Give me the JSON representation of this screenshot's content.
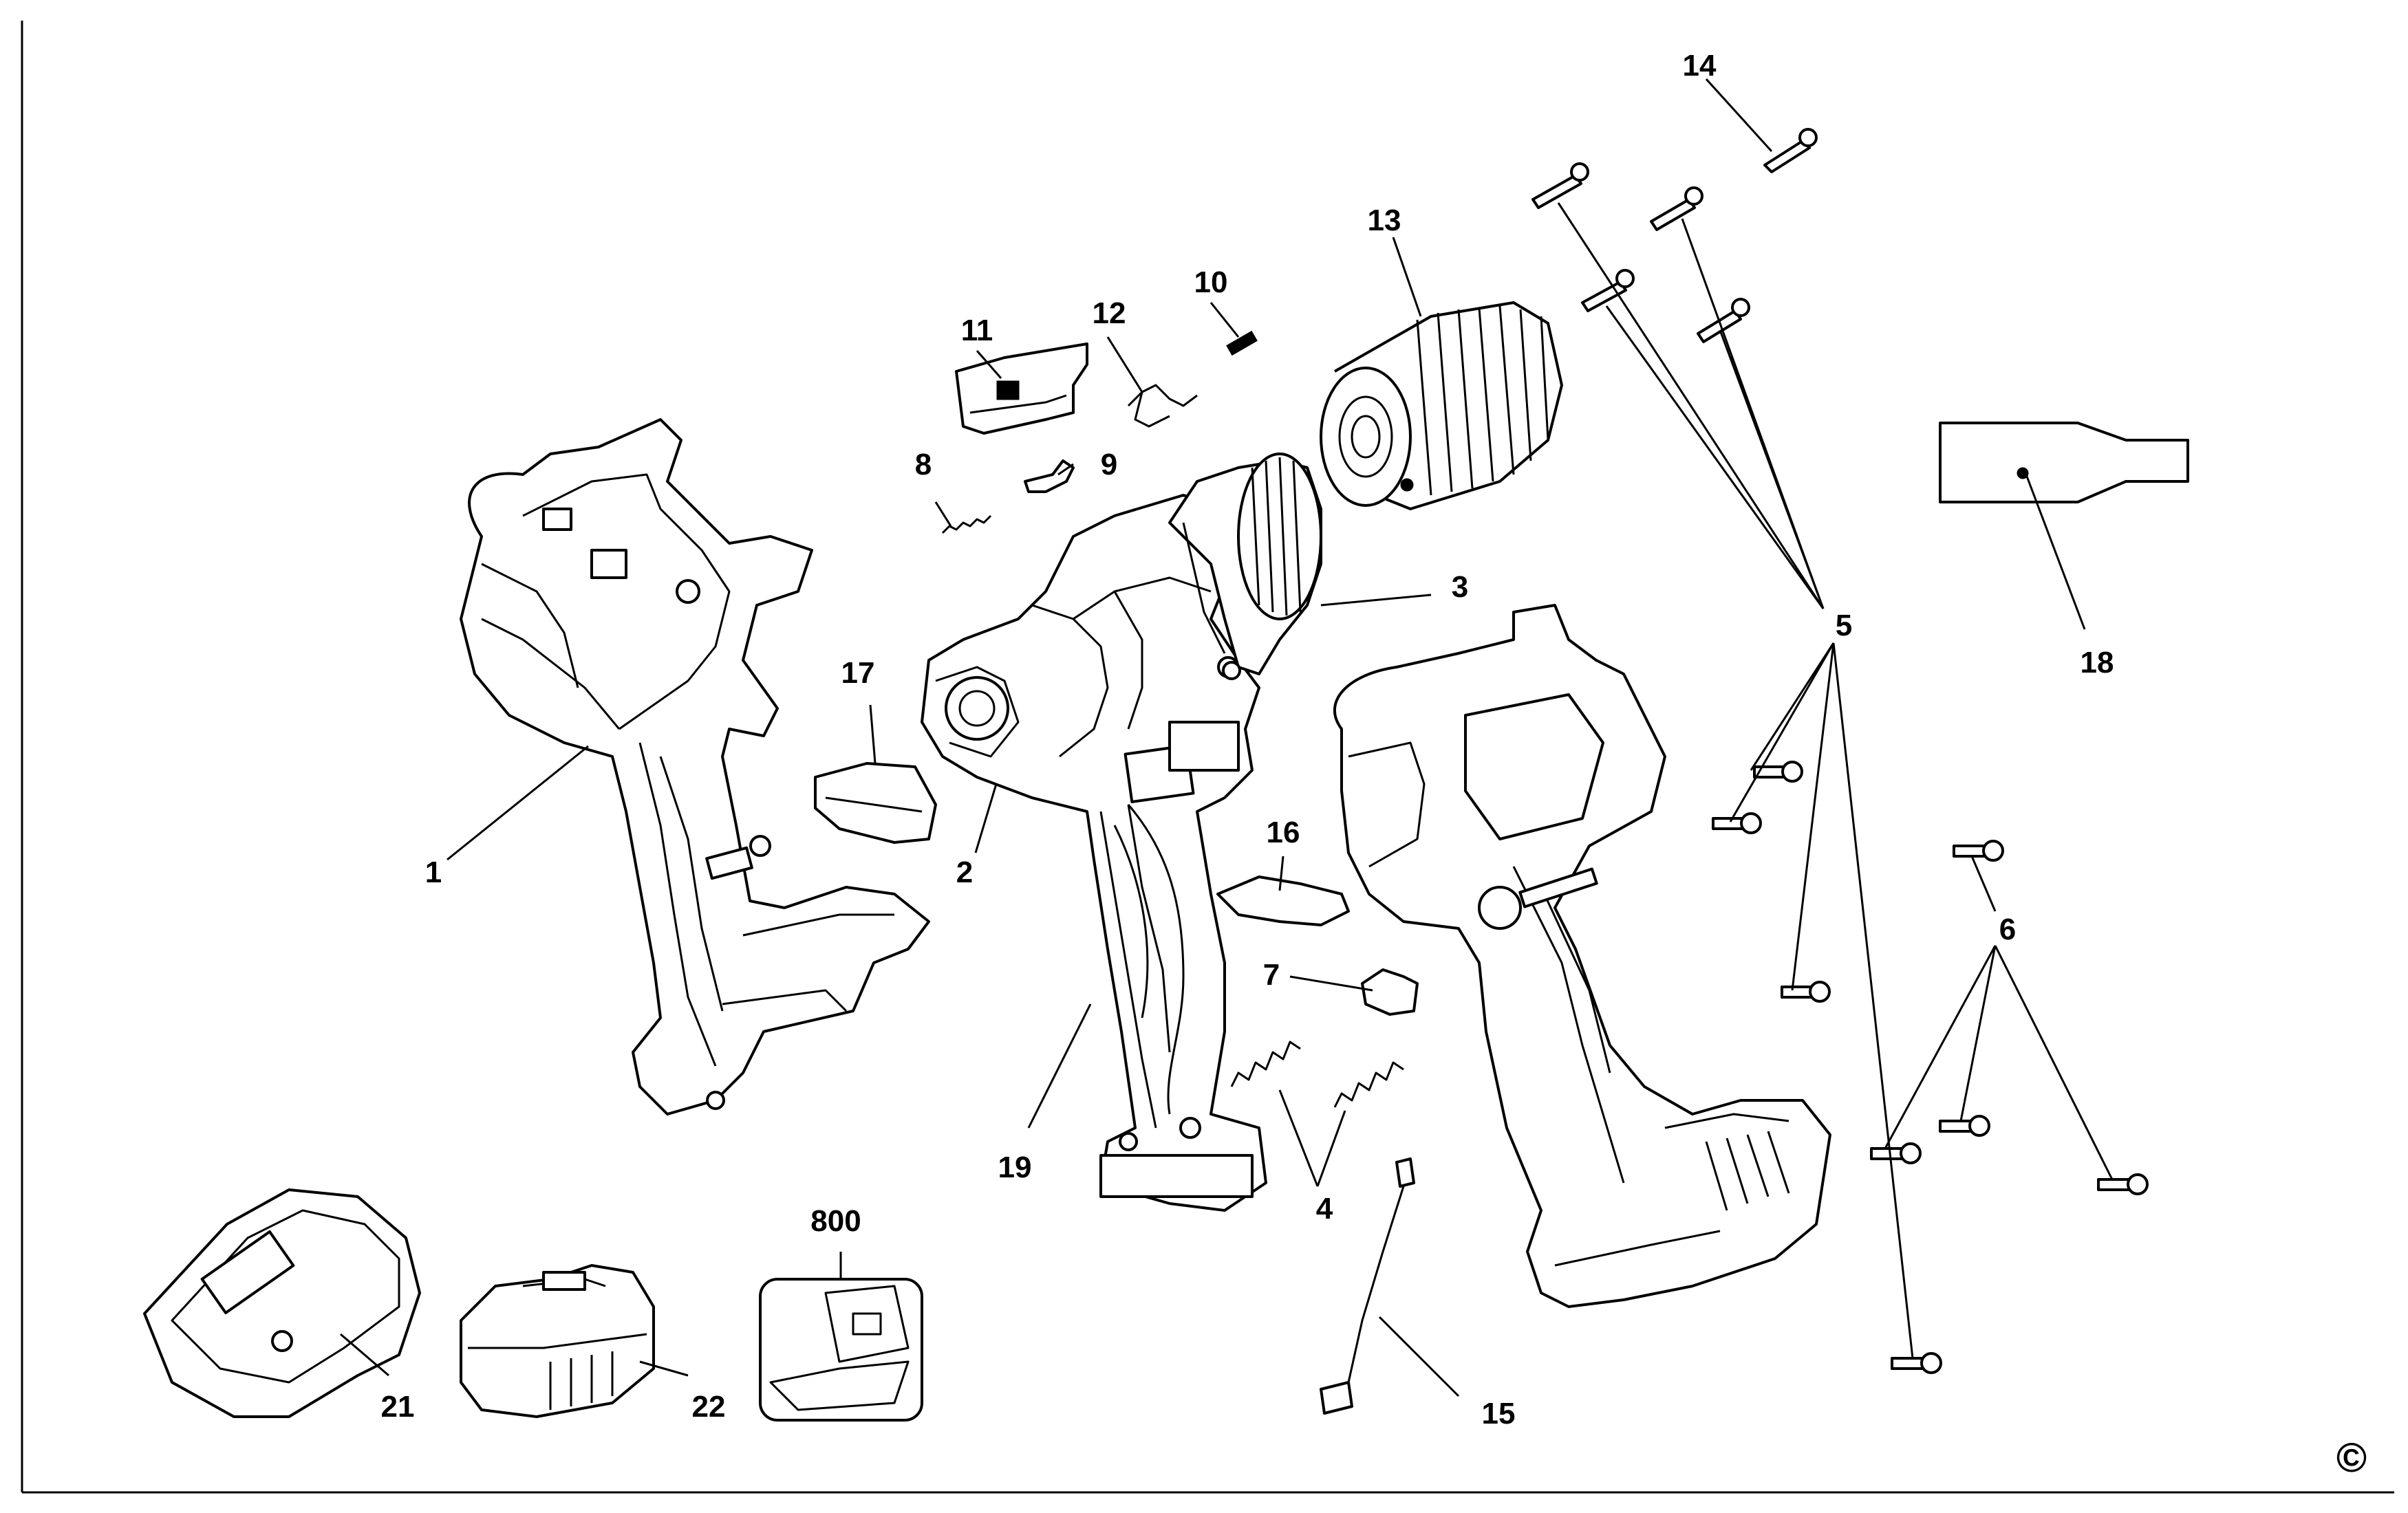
{
  "diagram": {
    "copyright_symbol": "©",
    "callouts": [
      {
        "id": "1",
        "label": "1"
      },
      {
        "id": "2",
        "label": "2"
      },
      {
        "id": "3",
        "label": "3"
      },
      {
        "id": "4",
        "label": "4"
      },
      {
        "id": "5",
        "label": "5"
      },
      {
        "id": "6",
        "label": "6"
      },
      {
        "id": "7",
        "label": "7"
      },
      {
        "id": "8",
        "label": "8"
      },
      {
        "id": "9",
        "label": "9"
      },
      {
        "id": "10",
        "label": "10"
      },
      {
        "id": "11",
        "label": "11"
      },
      {
        "id": "12",
        "label": "12"
      },
      {
        "id": "13",
        "label": "13"
      },
      {
        "id": "14",
        "label": "14"
      },
      {
        "id": "15",
        "label": "15"
      },
      {
        "id": "16",
        "label": "16"
      },
      {
        "id": "17",
        "label": "17"
      },
      {
        "id": "18",
        "label": "18"
      },
      {
        "id": "19",
        "label": "19"
      },
      {
        "id": "21",
        "label": "21"
      },
      {
        "id": "22",
        "label": "22"
      },
      {
        "id": "800",
        "label": "800"
      }
    ]
  }
}
